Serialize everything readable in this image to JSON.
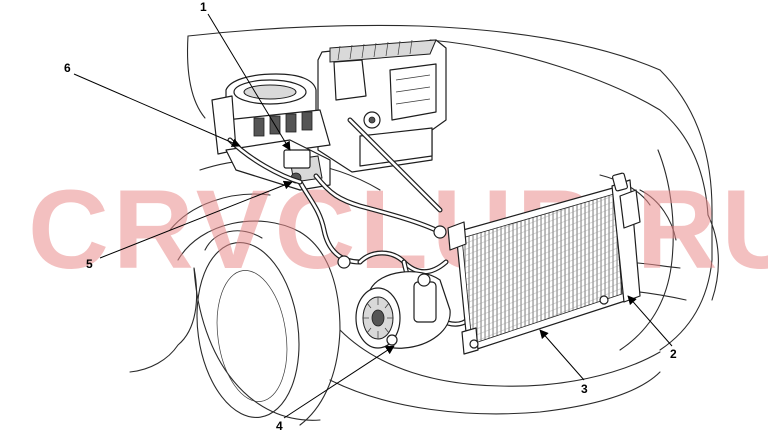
{
  "watermark": "CRVCLUB.RU",
  "callouts": [
    {
      "id": "1",
      "label": "1"
    },
    {
      "id": "2",
      "label": "2"
    },
    {
      "id": "3",
      "label": "3"
    },
    {
      "id": "4",
      "label": "4"
    },
    {
      "id": "5",
      "label": "5"
    },
    {
      "id": "6",
      "label": "6"
    }
  ]
}
